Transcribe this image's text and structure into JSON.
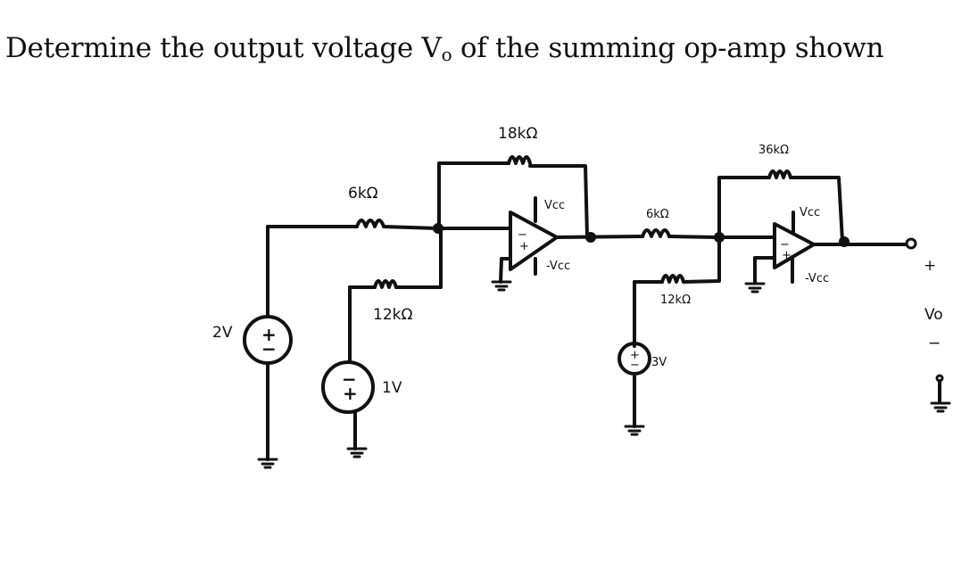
{
  "question": {
    "prefix": "Determine the output voltage V",
    "subscript": "o",
    "suffix": " of the summing op-amp shown"
  },
  "stage1": {
    "input_resistor_top": "6kΩ",
    "input_resistor_bottom": "12kΩ",
    "feedback_resistor": "18kΩ",
    "supply_pos": "Vcc",
    "supply_neg": "-Vcc",
    "inverting_sign": "−",
    "noninverting_sign": "+"
  },
  "stage2": {
    "input_resistor_top": "6kΩ",
    "input_resistor_bottom": "12kΩ",
    "feedback_resistor": "36kΩ",
    "supply_pos": "Vcc",
    "supply_neg": "-Vcc",
    "inverting_sign": "−",
    "noninverting_sign": "+"
  },
  "sources": [
    {
      "label": "2V",
      "top_sign": "+",
      "bottom_sign": "−"
    },
    {
      "label": "1V",
      "top_sign": "−",
      "bottom_sign": "+"
    },
    {
      "label": "3V",
      "top_sign": "+",
      "bottom_sign": "−"
    }
  ],
  "output": {
    "plus": "+",
    "label": "Vo",
    "minus": "−"
  }
}
